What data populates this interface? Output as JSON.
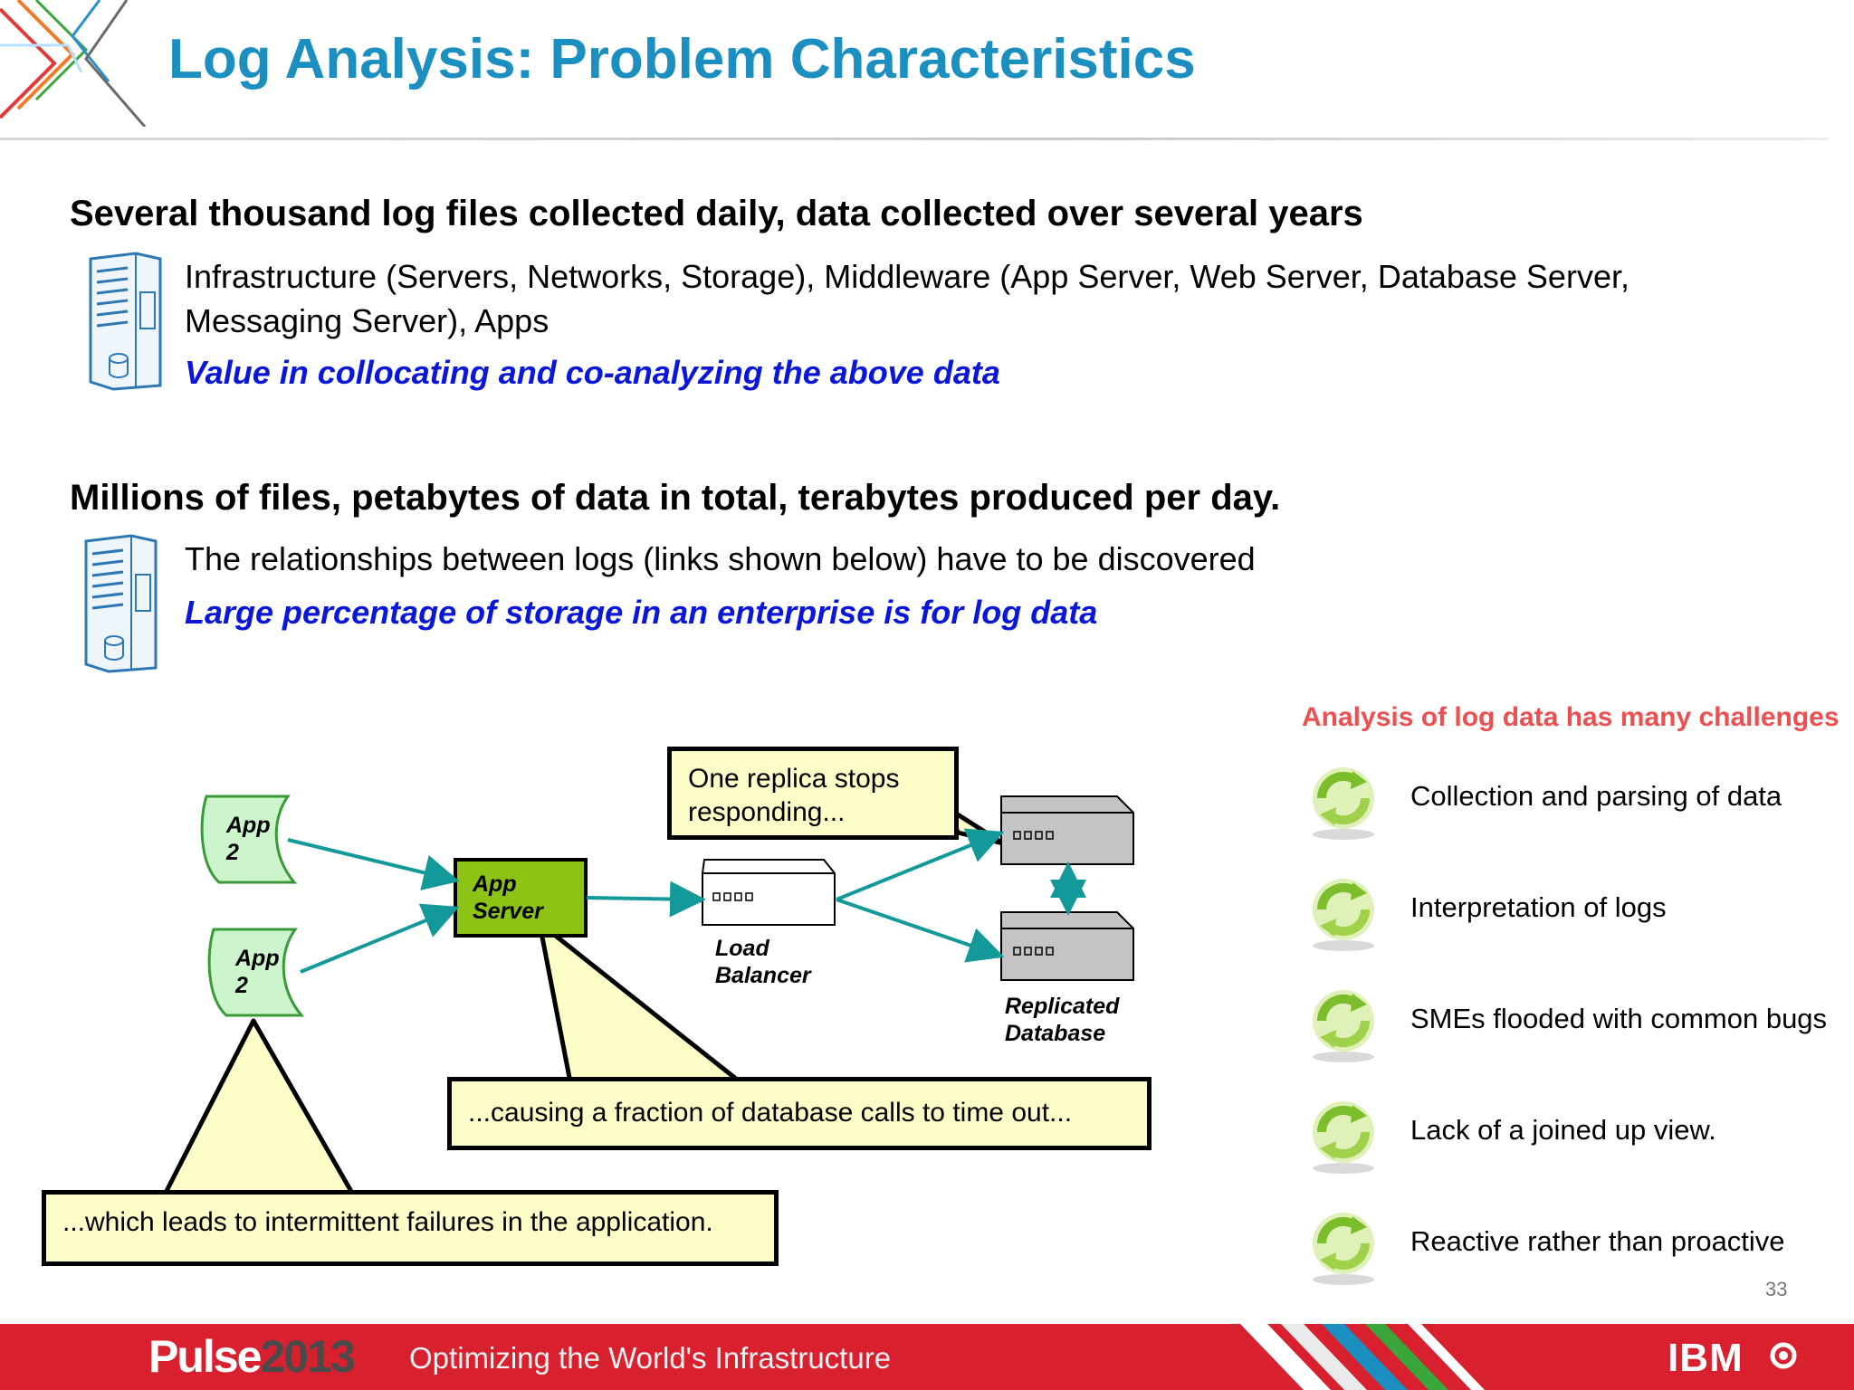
{
  "title": "Log Analysis: Problem Characteristics",
  "section1": {
    "heading": "Several thousand log files collected daily, data collected over several years",
    "body": "Infrastructure (Servers, Networks, Storage), Middleware (App Server, Web Server, Database Server, Messaging Server), Apps",
    "emphasis": "Value in collocating and co-analyzing the above data",
    "icon": "server-rack-icon"
  },
  "section2": {
    "heading": "Millions of files, petabytes of data in total, terabytes produced per day.",
    "body": "The relationships between logs (links shown below) have to be discovered",
    "emphasis": "Large percentage of storage in an enterprise is for log data",
    "icon": "server-rack-icon"
  },
  "diagram": {
    "app1": "App 2",
    "app2": "App 2",
    "app_server": "App Server",
    "load_balancer": "Load Balancer",
    "replicated_db": "Replicated Database",
    "callout_replica": "One replica stops responding...",
    "callout_timeout": "...causing a fraction of database calls to time out...",
    "callout_failures": "...which leads to intermittent failures in the application."
  },
  "challenges": {
    "heading": "Analysis of log data has many challenges",
    "icon": "green-refresh-cycle-icon",
    "items": [
      "Collection and parsing of data",
      "Interpretation of logs",
      "SMEs flooded with common bugs",
      "Lack of a joined up view.",
      "Reactive rather than proactive"
    ]
  },
  "page_number": "33",
  "footer": {
    "brand_a": "Pulse",
    "brand_b": "2013",
    "tagline": "Optimizing the World's Infrastructure",
    "company": "IBM"
  },
  "colors": {
    "title": "#1a8fc0",
    "emphasis": "#0a17d8",
    "challenge_heading": "#ec5050",
    "footer": "#d8202f",
    "arrow": "#14999b",
    "callout_fill": "#fdfdc8",
    "app_server_fill": "#8cc315"
  }
}
